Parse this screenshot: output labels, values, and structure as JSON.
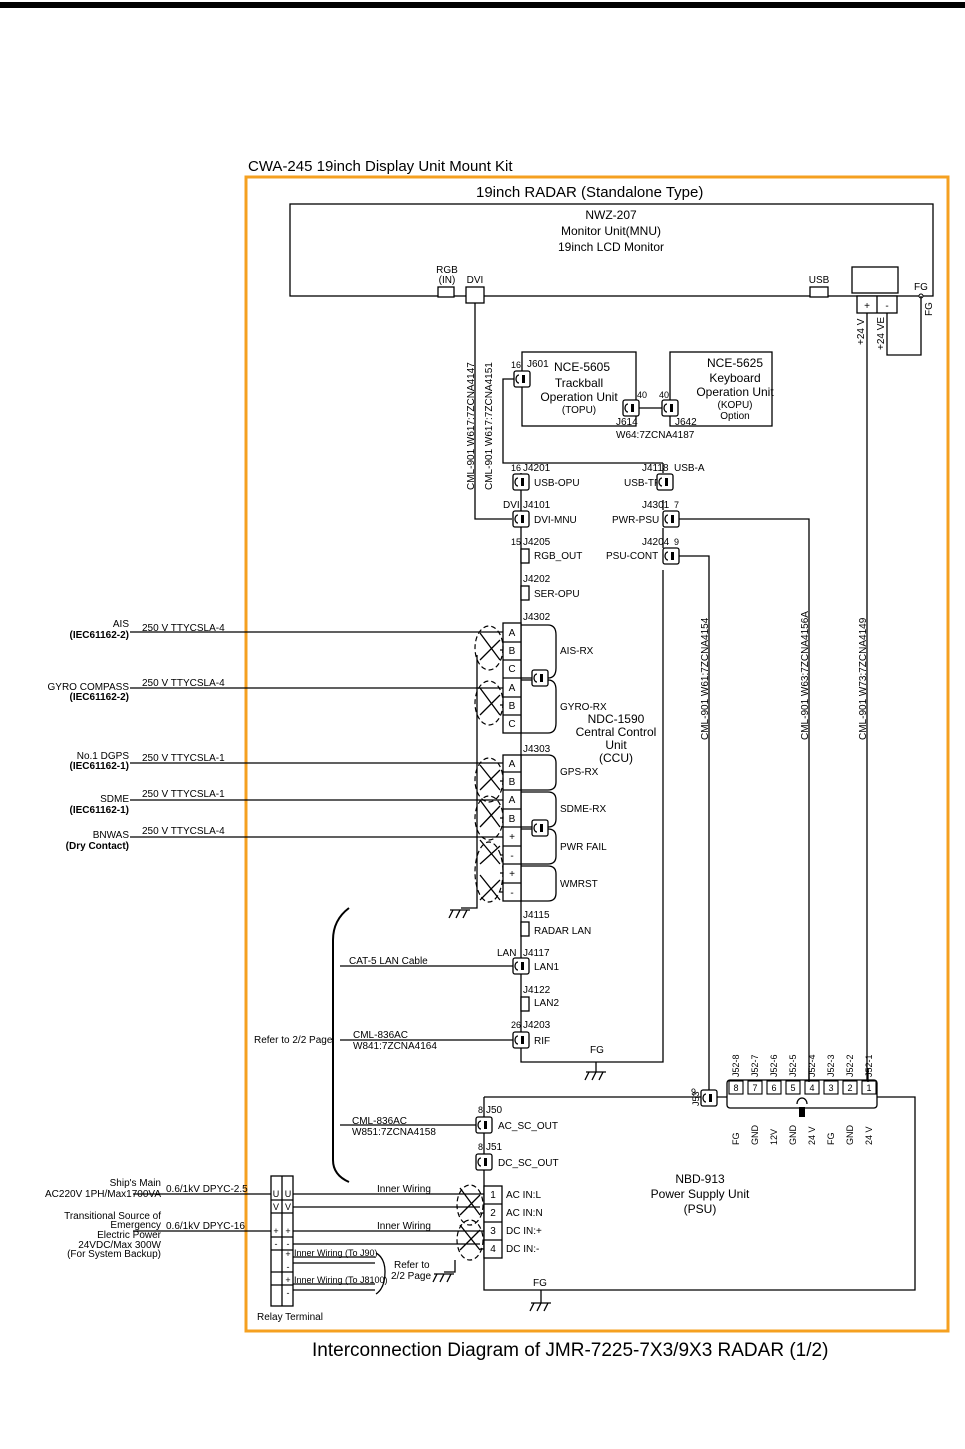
{
  "colors": {
    "kit_border": "#f5a020",
    "line": "#000000",
    "background": "#ffffff"
  },
  "kit": {
    "title": "CWA-245 19inch Display Unit Mount Kit",
    "subtitle": "19inch RADAR (Standalone Type)"
  },
  "monitor": {
    "model": "NWZ-207",
    "name": "Monitor Unit(MNU)",
    "desc": "19inch LCD Monitor",
    "rgb_in_1": "RGB",
    "rgb_in_2": "(IN)",
    "dvi": "DVI",
    "usb": "USB",
    "fg": "FG",
    "fg2": "FG",
    "plus": "+",
    "minus": "-",
    "p24v": "+24 V",
    "p24ve": "+24 VE"
  },
  "cables": {
    "w617a": "CML-901 W617:7ZCNA4147",
    "w617b": "CML-901 W617:7ZCNA4151",
    "w64": "W64:7ZCNA4187",
    "w61": "CML-901 W61:7ZCNA4154",
    "w63": "CML-901 W63:7ZCNA4156A",
    "w73": "CML-901 W73:7ZCNA4149"
  },
  "topu": {
    "model": "NCE-5605",
    "name1": "Trackball",
    "name2": "Operation Unit",
    "abbr": "(TOPU)",
    "j601": "J601",
    "pin16": "16",
    "pin40": "40",
    "j614": "J614"
  },
  "kopu": {
    "model": "NCE-5625",
    "name1": "Keyboard",
    "name2": "Operation Unit",
    "abbr": "(KOPU)",
    "option": "Option",
    "pin40": "40",
    "j642": "J642"
  },
  "ccu": {
    "model": "NDC-1590",
    "name1": "Central Control",
    "name2": "Unit",
    "abbr": "(CCU)",
    "j4201": "J4201",
    "j4201_pin": "16",
    "usb_opu": "USB-OPU",
    "j4118": "J4118",
    "usb_a": "USB-A",
    "usb_tp": "USB-TP",
    "j4101": "J4101",
    "dvi_lbl": "DVI",
    "dvi_mnu": "DVI-MNU",
    "j4301": "J4301",
    "j4301_pin": "7",
    "pwr_psu": "PWR-PSU",
    "j4205": "J4205",
    "j4205_pin": "15",
    "rgb_out": "RGB_OUT",
    "j4204": "J4204",
    "j4204_pin": "9",
    "psu_cont": "PSU-CONT",
    "j4202": "J4202",
    "ser_opu": "SER-OPU",
    "j4302": "J4302",
    "ais_rx": "AIS-RX",
    "gyro_rx": "GYRO-RX",
    "j4303": "J4303",
    "gps_rx": "GPS-RX",
    "sdme_rx": "SDME-RX",
    "pwr_fail": "PWR FAIL",
    "wmrst": "WMRST",
    "j4115": "J4115",
    "radar_lan": "RADAR LAN",
    "j4117": "J4117",
    "lan_lbl": "LAN",
    "lan1": "LAN1",
    "j4122": "J4122",
    "lan2": "LAN2",
    "j4203": "J4203",
    "j4203_pin": "26",
    "rif": "RIF",
    "fg": "FG",
    "pins": [
      "A",
      "B",
      "C",
      "A",
      "B",
      "C",
      "A",
      "B",
      "A",
      "B",
      "+",
      "-",
      "+",
      "-"
    ]
  },
  "inputs": [
    {
      "name": "AIS",
      "std": "(IEC61162-2)",
      "cable": "250 V TTYCSLA-4"
    },
    {
      "name": "GYRO COMPASS",
      "std": "(IEC61162-2)",
      "cable": "250 V TTYCSLA-4"
    },
    {
      "name": "No.1 DGPS",
      "std": "(IEC61162-1)",
      "cable": "250 V TTYCSLA-1"
    },
    {
      "name": "SDME",
      "std": "(IEC61162-1)",
      "cable": "250 V TTYCSLA-1"
    },
    {
      "name": "BNWAS",
      "std": "(Dry Contact)",
      "cable": "250 V TTYCSLA-4"
    }
  ],
  "lan_cable": "CAT-5 LAN Cable",
  "rif_cable1": "CML-836AC",
  "rif_cable2": "W841:7ZCNA4164",
  "refer_page": "Refer to 2/2 Page",
  "psu": {
    "model": "NBD-913",
    "name": "Power Supply Unit",
    "abbr": "(PSU)",
    "j50": "J50",
    "j50_pin": "8",
    "ac_sc_out": "AC_SC_OUT",
    "ac_cable1": "CML-836AC",
    "ac_cable2": "W851:7ZCNA4158",
    "j51": "J51",
    "j51_pin": "8",
    "dc_sc_out": "DC_SC_OUT",
    "j53": "J53",
    "j53_pin": "9",
    "fg": "FG",
    "in_pins": [
      "1",
      "2",
      "3",
      "4"
    ],
    "in_labels": [
      "AC IN:L",
      "AC IN:N",
      "DC IN:+",
      "DC IN:-"
    ],
    "j52_conns": [
      "J52-8",
      "J52-7",
      "J52-6",
      "J52-5",
      "J52-4",
      "J52-3",
      "J52-2",
      "J52-1"
    ],
    "j52_pins": [
      "8",
      "7",
      "6",
      "5",
      "4",
      "3",
      "2",
      "1"
    ],
    "j52_sigs": [
      "FG",
      "GND",
      "12V",
      "GND",
      "24 V",
      "FG",
      "GND",
      "24 V"
    ]
  },
  "power": {
    "ships_main1": "Ship's Main",
    "ships_main2": "AC220V 1PH/Max1700VA",
    "ships_cable": "0.6/1kV DPYC-2.5",
    "trans1": "Transitional Source of",
    "trans2": "Emergency",
    "trans3": "Electric Power",
    "trans4": "24VDC/Max 300W",
    "trans5": "(For System Backup)",
    "trans_cable": "0.6/1kV DPYC-16",
    "inner1": "Inner Wiring",
    "inner2": "Inner Wiring",
    "inner3": "Inner Wiring (To J90)",
    "inner4": "Inner Wiring (To J8100)",
    "refer1": "Refer to",
    "refer2": "2/2 Page",
    "relay": "Relay Terminal",
    "relay_t": [
      "U",
      "U",
      "V",
      "V",
      "+",
      "+",
      "-",
      "-"
    ]
  },
  "page_title": "Interconnection Diagram of JMR-7225-7X3/9X3 RADAR (1/2)"
}
